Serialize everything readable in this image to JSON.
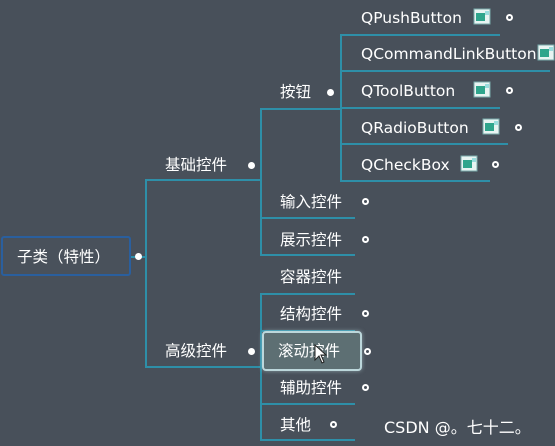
{
  "root": {
    "label": "子类（特性）"
  },
  "branches": [
    {
      "label": "基础控件",
      "children": [
        {
          "label": "按钮",
          "children": [
            {
              "label": "QPushButton",
              "icon": "qt-file-icon"
            },
            {
              "label": "QCommandLinkButton",
              "icon": "qt-file-icon"
            },
            {
              "label": "QToolButton",
              "icon": "qt-file-icon"
            },
            {
              "label": "QRadioButton",
              "icon": "qt-file-icon"
            },
            {
              "label": "QCheckBox",
              "icon": "qt-file-icon"
            }
          ]
        },
        {
          "label": "输入控件"
        },
        {
          "label": "展示控件"
        }
      ]
    },
    {
      "label": "高级控件",
      "children": [
        {
          "label": "容器控件"
        },
        {
          "label": "结构控件"
        },
        {
          "label": "滚动控件",
          "highlighted": true
        },
        {
          "label": "辅助控件"
        },
        {
          "label": "其他"
        }
      ]
    }
  ],
  "watermark": "CSDN @。七十二。",
  "colors": {
    "background": "#48505a",
    "edge": "#2e8fa8",
    "root_border": "#2a5f9e",
    "text": "#ffffff"
  }
}
